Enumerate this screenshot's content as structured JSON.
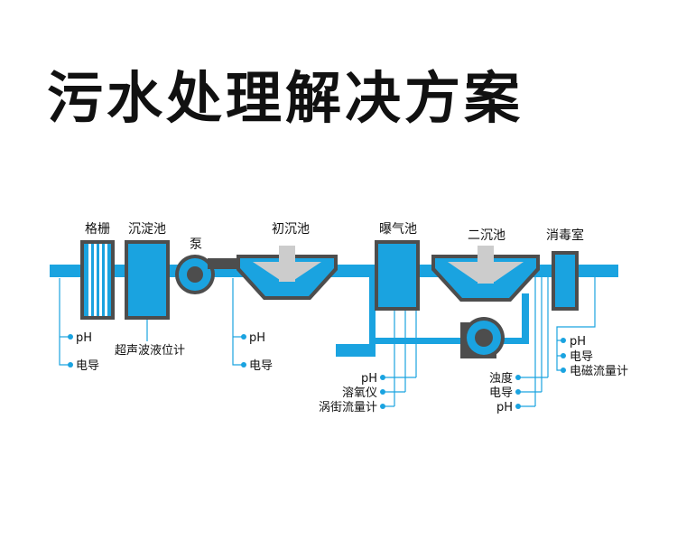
{
  "title": "污水处理解决方案",
  "colors": {
    "water": "#1aa3e0",
    "frame": "#4d4d4d",
    "lead": "#1aa3e0",
    "equipment": "#cccccc"
  },
  "units": {
    "grille": "格栅",
    "grit": "沉淀池",
    "pump": "泵",
    "primary": "初沉池",
    "aeration": "曝气池",
    "secondary": "二沉池",
    "disinfection": "消毒室"
  },
  "sensors": {
    "grille": [
      "pH",
      "电导"
    ],
    "grit": [
      "超声波液位计"
    ],
    "primary": [
      "pH",
      "电导"
    ],
    "aeration": [
      "pH",
      "溶氧仪",
      "涡街流量计"
    ],
    "secondary": [
      "浊度",
      "电导",
      "pH"
    ],
    "disinfection": [
      "pH",
      "电导",
      "电磁流量计"
    ]
  }
}
